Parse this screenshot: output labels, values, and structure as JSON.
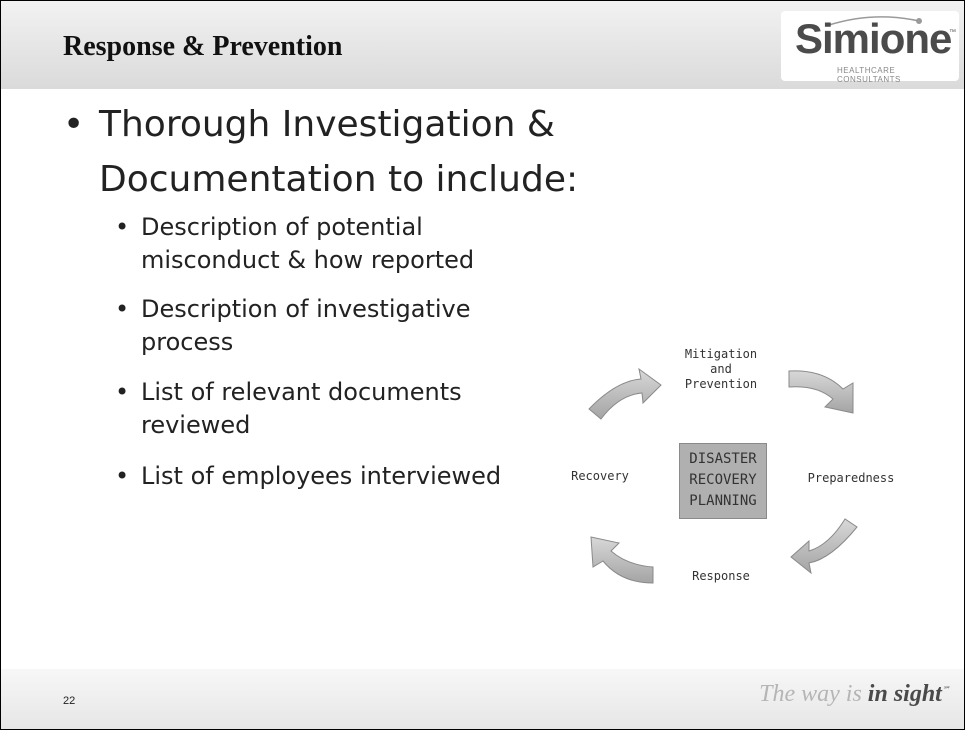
{
  "header": {
    "title": "Response & Prevention",
    "logo": {
      "word": "Simione",
      "tm": "™",
      "subtitle": "HEALTHCARE CONSULTANTS"
    }
  },
  "content": {
    "main_bullet": "Thorough Investigation & Documentation to include:",
    "sub_bullets": [
      "Description of potential misconduct & how reported",
      "Description of investigative process",
      "List of relevant documents reviewed",
      "List of employees interviewed"
    ]
  },
  "diagram": {
    "center": [
      "DISASTER",
      "RECOVERY",
      "PLANNING"
    ],
    "top": [
      "Mitigation",
      "and",
      "Prevention"
    ],
    "right": "Preparedness",
    "bottom": "Response",
    "left": "Recovery"
  },
  "footer": {
    "page_number": "22",
    "tagline_light": "The way is ",
    "tagline_bold": "in sight",
    "tagline_mark": "℠"
  }
}
